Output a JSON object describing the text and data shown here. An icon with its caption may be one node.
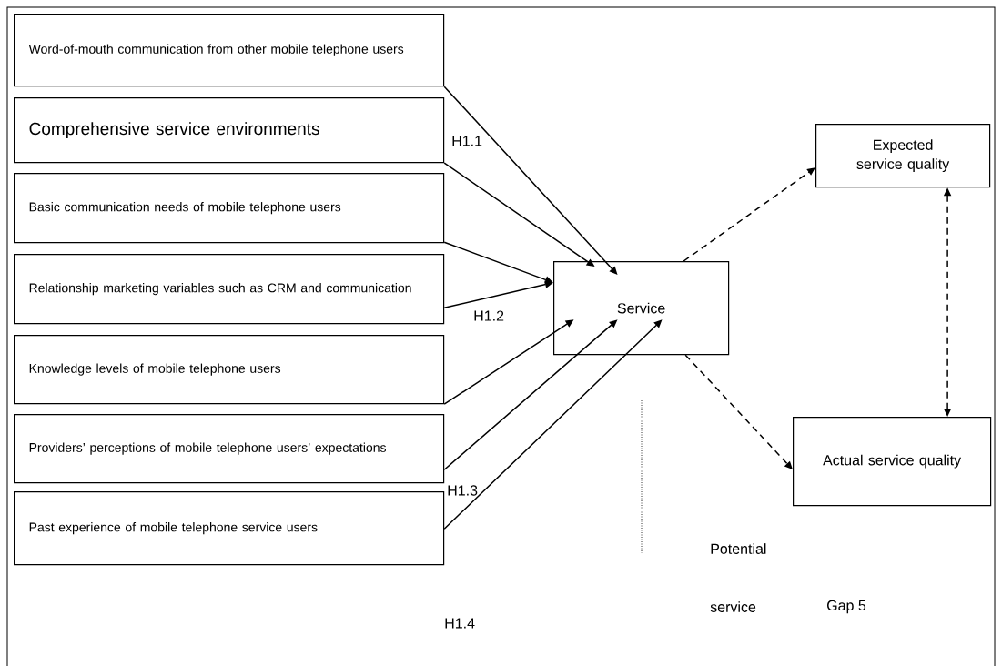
{
  "diagram": {
    "nodes": [
      {
        "text": [
          "Word-of-mouth communication from other mobile telephone users"
        ]
      },
      {
        "text": [
          "Comprehensive service environments"
        ]
      },
      {
        "text": [
          "Basic communication needs of mobile telephone users"
        ]
      },
      {
        "text": [
          "Relationship marketing variables such as CRM and communication"
        ]
      },
      {
        "text": [
          "Knowledge levels of mobile telephone users"
        ]
      },
      {
        "text": [
          "Providers’ perceptions of mobile telephone users’ expectations"
        ]
      },
      {
        "text": [
          "Past experience of mobile telephone service users"
        ]
      },
      {
        "text": [
          "Service"
        ]
      },
      {
        "text": [
          "Expected service quality"
        ]
      },
      {
        "text": [
          "Actual service quality"
        ]
      }
    ],
    "edges": [
      {
        "from": 0,
        "to": 7,
        "arrow": "to"
      },
      {
        "from": 1,
        "to": 7,
        "arrow": "to"
      },
      {
        "from": 2,
        "to": 7,
        "arrow": "to"
      },
      {
        "from": 3,
        "to": 7,
        "arrow": "to"
      },
      {
        "from": 4,
        "to": 7,
        "arrow": "to"
      },
      {
        "from": 5,
        "to": 7,
        "arrow": "to"
      },
      {
        "from": 6,
        "to": 7,
        "arrow": "to"
      },
      {
        "from": 7,
        "to": 8,
        "arrow": "to",
        "style": "dashed"
      },
      {
        "from": 7,
        "to": 9,
        "arrow": "to",
        "style": "dashed"
      },
      {
        "from": 8,
        "to": 9,
        "arrow": "both",
        "style": "dashed"
      }
    ],
    "labels": [
      "H1.1",
      "H1.2",
      "H1.3",
      "H1.4",
      "Potential",
      "service",
      "Gap 5"
    ]
  }
}
